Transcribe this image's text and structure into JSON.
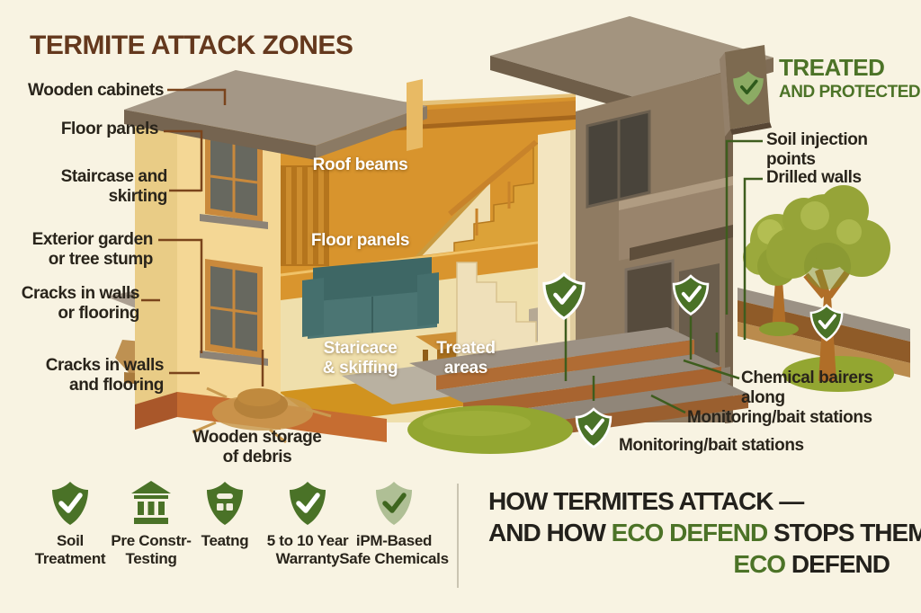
{
  "title": "TERMITE ATTACK ZONES",
  "attack_zone_labels": [
    {
      "lines": [
        "Wooden cabinets"
      ]
    },
    {
      "lines": [
        "Floor panels"
      ]
    },
    {
      "lines": [
        "Staircase and",
        "skirting"
      ]
    },
    {
      "lines": [
        "Exterior garden",
        "or tree stump"
      ]
    },
    {
      "lines": [
        "Cracks in walls",
        "or flooring"
      ]
    },
    {
      "lines": [
        "Cracks in walls",
        "and flooring"
      ]
    },
    {
      "lines": [
        "Wooden storage",
        "of debris"
      ]
    }
  ],
  "interior_labels": [
    {
      "lines": [
        "Roof beams"
      ]
    },
    {
      "lines": [
        "Floor panels"
      ]
    },
    {
      "lines": [
        "Staricace",
        "& skiffing"
      ]
    },
    {
      "lines": [
        "Treated",
        "areas"
      ]
    }
  ],
  "protection": {
    "badge_title": "TREATED",
    "badge_subtitle": "AND PROTECTED",
    "labels": [
      {
        "lines": [
          "Soil injection points"
        ]
      },
      {
        "lines": [
          "Drilled walls"
        ]
      },
      {
        "lines": [
          "Chemical bairers along"
        ]
      },
      {
        "lines": [
          "Monitoring/bait stations"
        ]
      },
      {
        "lines": [
          "Monitoring/bait stations"
        ]
      }
    ]
  },
  "features": [
    {
      "icon": "shield-check-icon",
      "lines": [
        "Soil",
        "Treatment"
      ]
    },
    {
      "icon": "building-icon",
      "lines": [
        "Pre Constr-",
        "Testing"
      ]
    },
    {
      "icon": "shield-storage-icon",
      "lines": [
        "Teatng"
      ]
    },
    {
      "icon": "shield-check-icon",
      "lines": [
        "5 to 10 Year",
        "Warranty"
      ]
    },
    {
      "icon": "shield-check-light-icon",
      "lines": [
        "iPM-Based",
        "Safe Chemicals"
      ]
    }
  ],
  "footer": {
    "line1": "HOW TERMITES ATTACK —",
    "line2_prefix": "AND HOW ",
    "line2_brand": "ECO DEFEND",
    "line2_suffix": " STOPS THEM",
    "line3_brand": "ECO",
    "line3_rest": " DEFEND"
  },
  "colors": {
    "background": "#F8F3E2",
    "title_brown": "#64381D",
    "accent_green": "#4C7327",
    "shield_green": "#4A7227",
    "line_brown": "#7A441C",
    "line_green": "#3E5D1E"
  }
}
